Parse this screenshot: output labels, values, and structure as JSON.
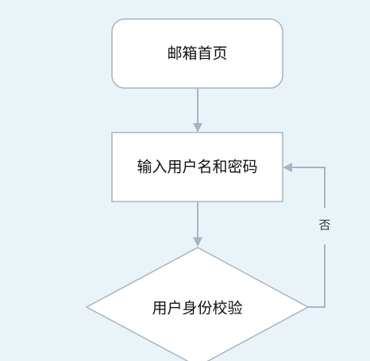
{
  "flowchart": {
    "nodes": {
      "mailbox_home": {
        "label": "邮箱首页",
        "shape": "rounded-rectangle"
      },
      "enter_credentials": {
        "label": "输入用户名和密码",
        "shape": "rectangle"
      },
      "verify_identity": {
        "label": "用户身份校验",
        "shape": "diamond"
      }
    },
    "edges": {
      "retry": {
        "label": "否"
      }
    }
  },
  "colors": {
    "background": "#eaf4f8",
    "node_fill": "#ffffff",
    "node_stroke": "#a7b4c6",
    "connector": "#a7b4c6",
    "text": "#111111"
  }
}
